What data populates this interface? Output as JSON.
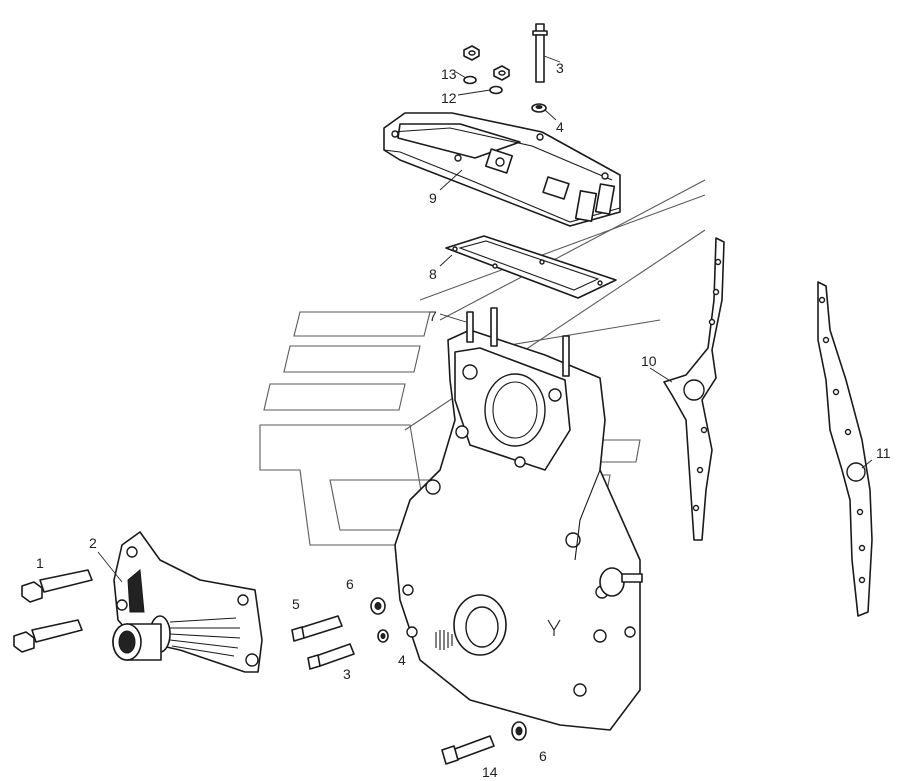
{
  "callouts": [
    {
      "id": "callout-1",
      "text": "1"
    },
    {
      "id": "callout-2",
      "text": "2"
    },
    {
      "id": "callout-3-top",
      "text": "3"
    },
    {
      "id": "callout-3-bottom",
      "text": "3"
    },
    {
      "id": "callout-4-top",
      "text": "4"
    },
    {
      "id": "callout-4-bottom",
      "text": "4"
    },
    {
      "id": "callout-5",
      "text": "5"
    },
    {
      "id": "callout-6-left",
      "text": "6"
    },
    {
      "id": "callout-6-bottom",
      "text": "6"
    },
    {
      "id": "callout-7",
      "text": "7"
    },
    {
      "id": "callout-8",
      "text": "8"
    },
    {
      "id": "callout-9",
      "text": "9"
    },
    {
      "id": "callout-10",
      "text": "10"
    },
    {
      "id": "callout-11",
      "text": "11"
    },
    {
      "id": "callout-12",
      "text": "12"
    },
    {
      "id": "callout-13",
      "text": "13"
    },
    {
      "id": "callout-14",
      "text": "14"
    }
  ],
  "colors": {
    "line": "#1a1a1a",
    "watermark": "#5a5a5a",
    "background": "#ffffff"
  }
}
